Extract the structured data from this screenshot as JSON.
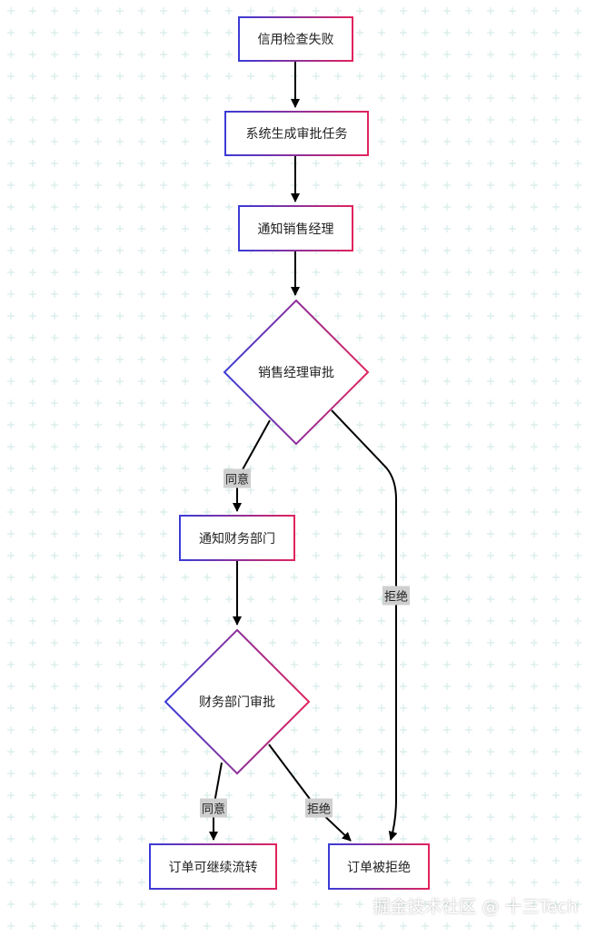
{
  "colors": {
    "border_start": "#3b3bd6",
    "border_end": "#e0245e",
    "arrow": "#000000",
    "grid_plus": "#d6ece9",
    "edge_label_bg": "#cfcfcf"
  },
  "nodes": {
    "credit_check_failed": "信用检查失败",
    "create_approval_task": "系统生成审批任务",
    "notify_sales_manager": "通知销售经理",
    "sales_manager_approval": "销售经理审批",
    "notify_finance": "通知财务部门",
    "finance_approval": "财务部门审批",
    "order_continue": "订单可继续流转",
    "order_rejected": "订单被拒绝"
  },
  "edge_labels": {
    "sales_approve": "同意",
    "sales_reject": "拒绝",
    "finance_approve": "同意",
    "finance_reject": "拒绝"
  },
  "watermark": "掘金技术社区 @ 十三Tech"
}
